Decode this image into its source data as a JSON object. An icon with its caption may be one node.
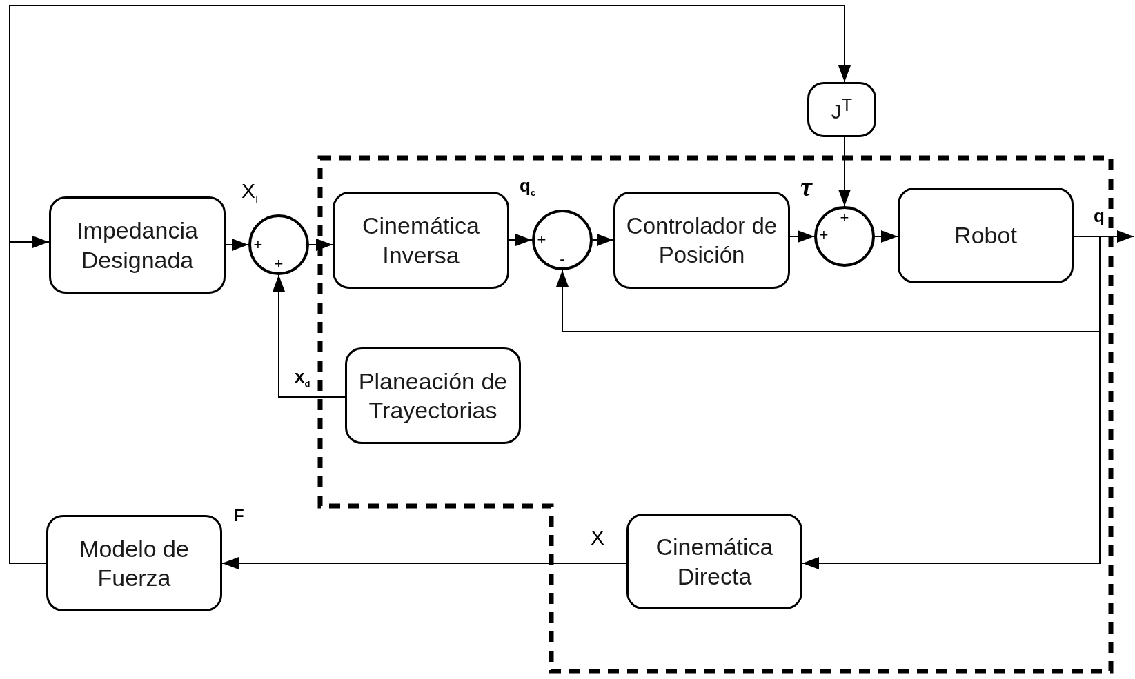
{
  "diagram": {
    "nodes": [
      {
        "text": [
          "Impedancia Designada"
        ]
      },
      {
        "text": [
          "+",
          "+"
        ]
      },
      {
        "text": [
          "Cinemática Inversa"
        ]
      },
      {
        "text": [
          "+",
          "-"
        ]
      },
      {
        "text": [
          "Controlador de Posición"
        ]
      },
      {
        "text": [
          "J$^{T}$"
        ]
      },
      {
        "text": [
          "+",
          "+"
        ]
      },
      {
        "text": [
          "Robot"
        ]
      },
      {
        "text": [
          "Planeación de Trayectorias"
        ]
      },
      {
        "text": [
          "Modelo de Fuerza"
        ]
      },
      {
        "text": [
          "Cinemática Directa"
        ]
      }
    ],
    "edges": [
      {
        "from": 0,
        "to": 1,
        "arrow": "to"
      },
      {
        "from": 1,
        "to": 2,
        "arrow": "to"
      },
      {
        "from": 2,
        "to": 3,
        "arrow": "to"
      },
      {
        "from": 3,
        "to": 4,
        "arrow": "to"
      },
      {
        "from": 4,
        "to": 6,
        "arrow": "to"
      },
      {
        "from": 6,
        "to": 7,
        "arrow": "to"
      },
      {
        "from": 5,
        "to": 6,
        "arrow": "to"
      },
      {
        "from": 7,
        "to": null,
        "arrow": "to"
      },
      {
        "from": 7,
        "to": 3,
        "arrow": "to"
      },
      {
        "from": 7,
        "to": 10,
        "arrow": "to"
      },
      {
        "from": 10,
        "to": 9,
        "arrow": "to"
      },
      {
        "from": 8,
        "to": 1,
        "arrow": "to"
      },
      {
        "from": 9,
        "to": 0,
        "arrow": "to"
      },
      {
        "from": 9,
        "to": 5,
        "arrow": "to"
      }
    ],
    "labels": [
      "X$_{I}$",
      "q$_{c}$",
      "τ",
      "q",
      "x$_{d}$",
      "F",
      "X"
    ]
  }
}
